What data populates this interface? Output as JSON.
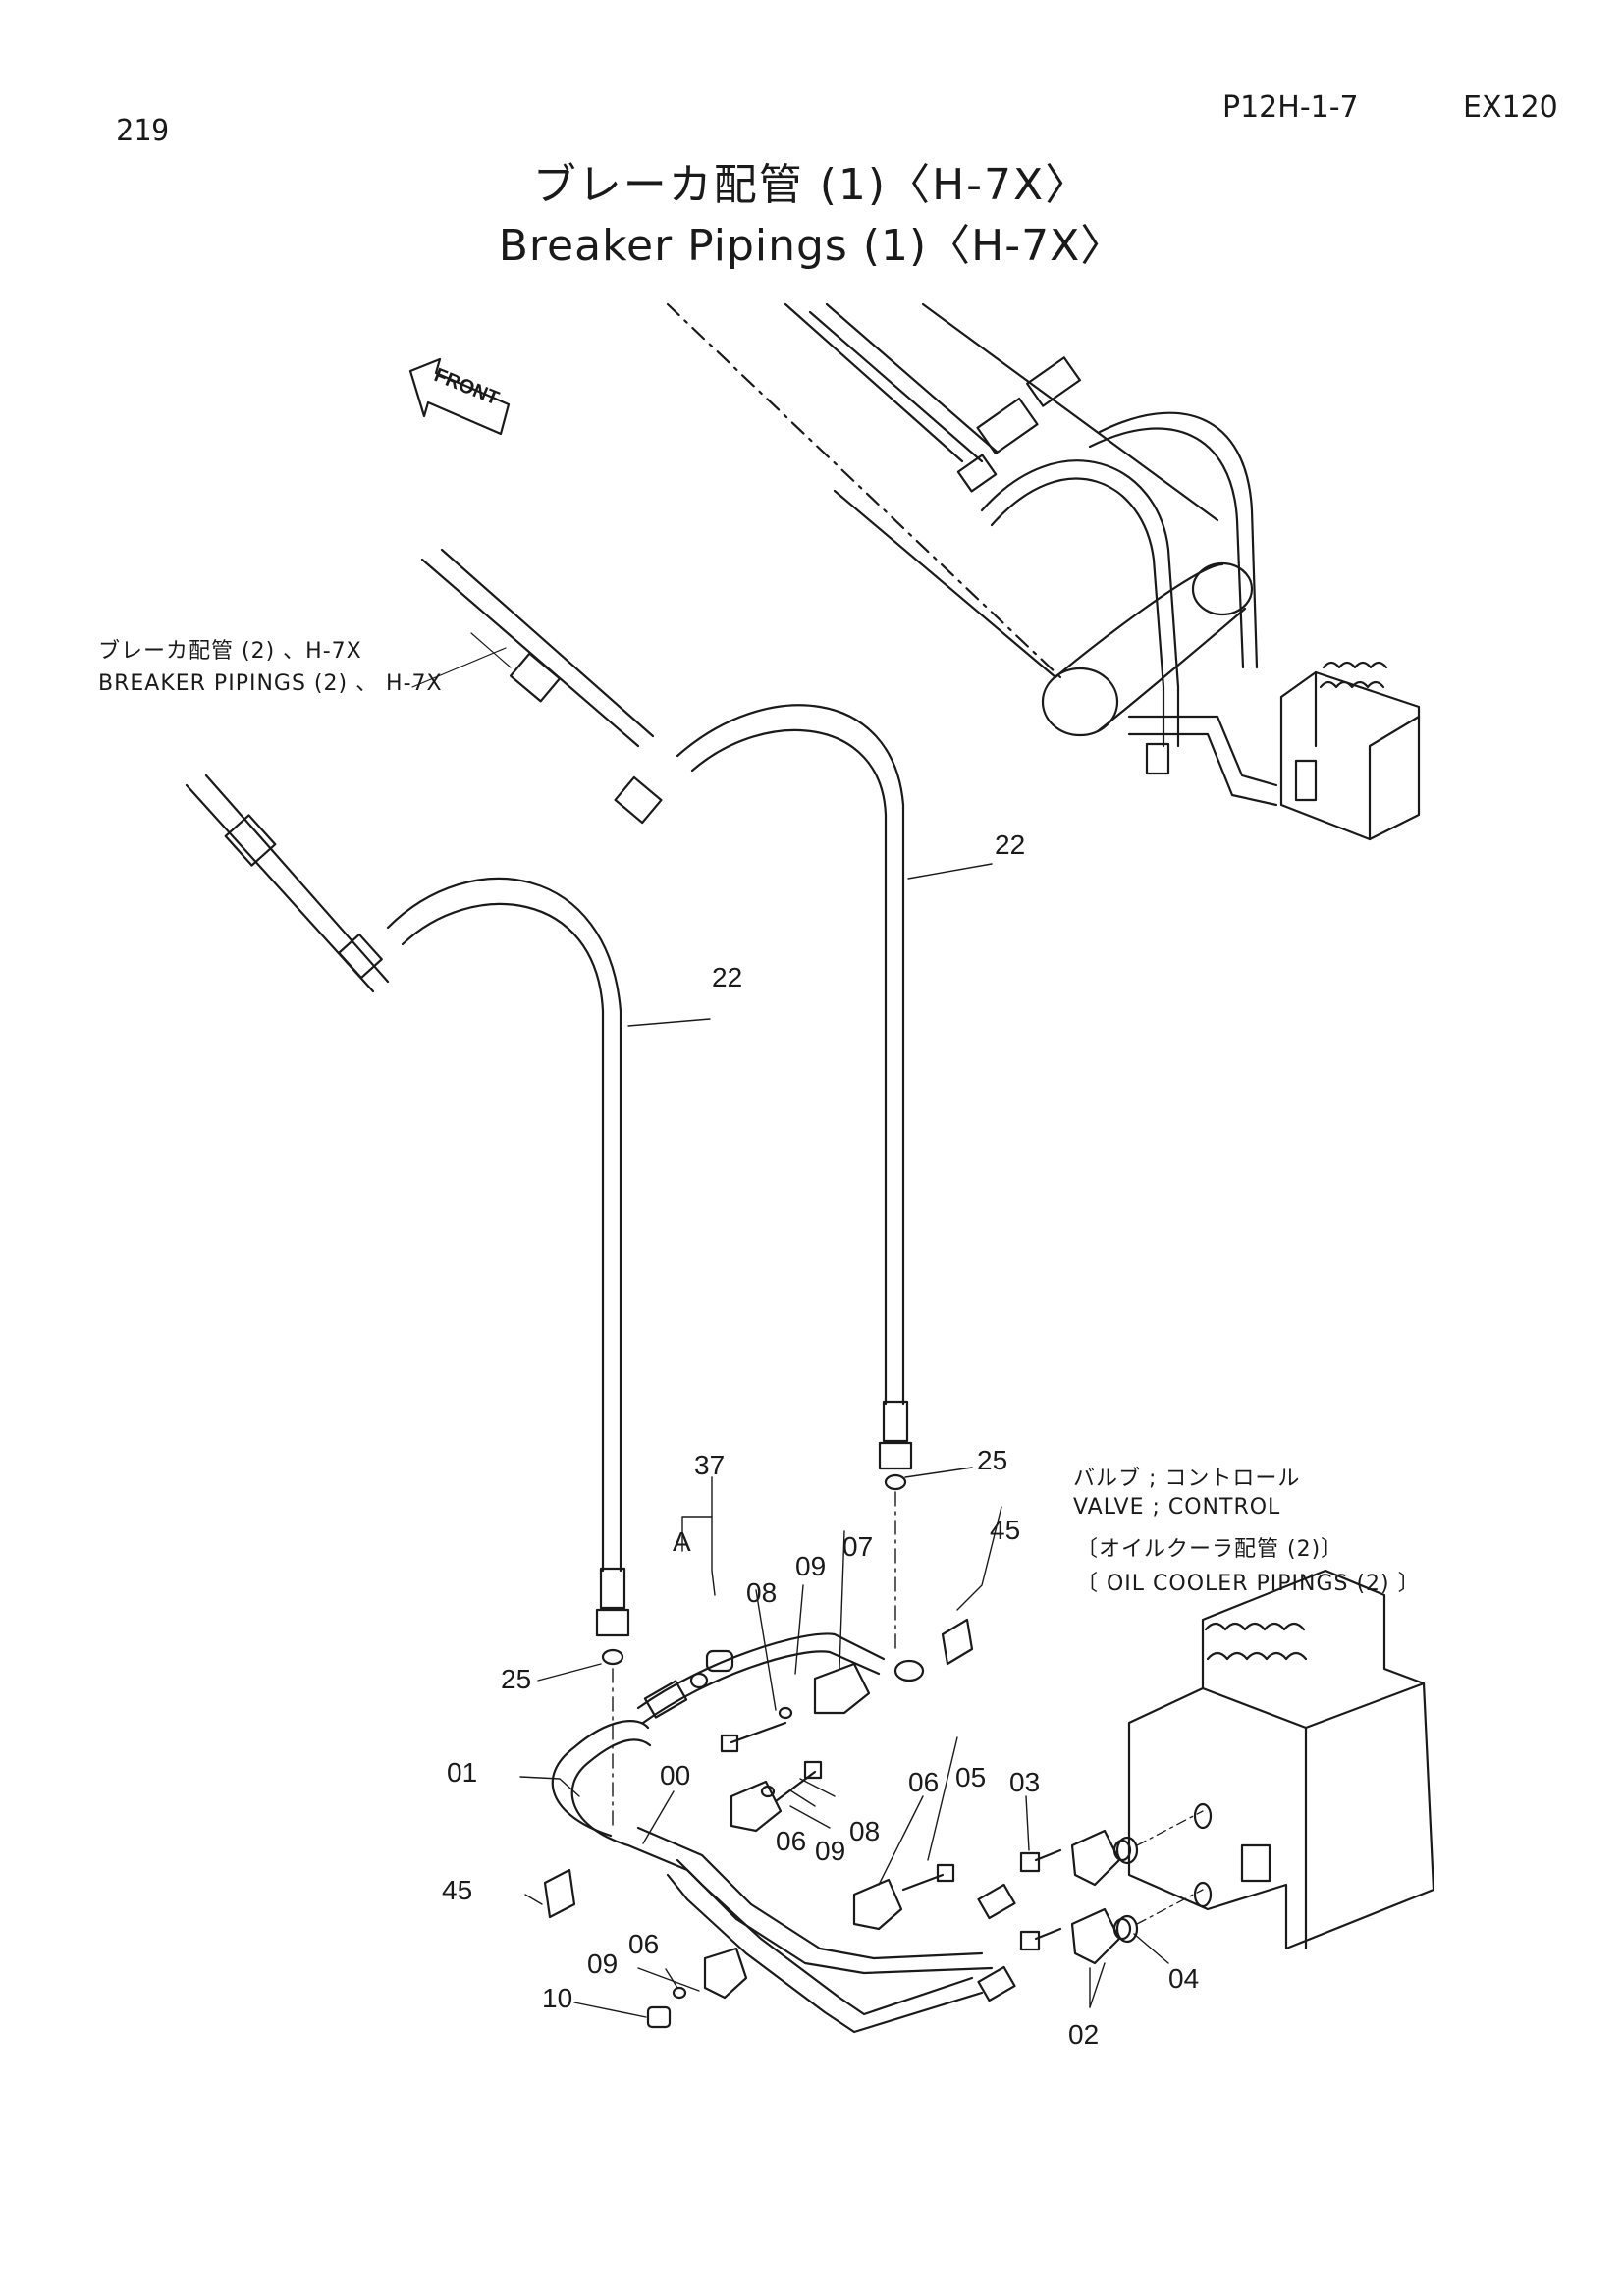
{
  "header": {
    "page_number": "219",
    "page_code": "P12H-1-7",
    "model": "EX120",
    "title_jp": "ブレーカ配管 (1)〈H-7X〉",
    "title_en": "Breaker Pipings (1)〈H-7X〉"
  },
  "references": {
    "breaker_jp": "ブレーカ配管 (2) 、H-7X",
    "breaker_en": "BREAKER  PIPINGS (2) 、 H-7X",
    "valve_jp": "バルブ ; コントロール",
    "valve_en": "VALVE ; CONTROL",
    "oilcooler_jp": "〔オイルクーラ配管 (2)〕",
    "oilcooler_en": "〔 OIL  COOLER  PIPINGS (2) 〕"
  },
  "front_arrow_label": "FRONT",
  "parts": [
    {
      "id": "p22a",
      "label": "22"
    },
    {
      "id": "p22b",
      "label": "22"
    },
    {
      "id": "p37",
      "label": "37"
    },
    {
      "id": "pA",
      "label": "A"
    },
    {
      "id": "p25a",
      "label": "25"
    },
    {
      "id": "p25b",
      "label": "25"
    },
    {
      "id": "p45a",
      "label": "45"
    },
    {
      "id": "p45b",
      "label": "45"
    },
    {
      "id": "p09a",
      "label": "09"
    },
    {
      "id": "p07",
      "label": "07"
    },
    {
      "id": "p08a",
      "label": "08"
    },
    {
      "id": "p01",
      "label": "01"
    },
    {
      "id": "p00",
      "label": "00"
    },
    {
      "id": "p08b",
      "label": "08"
    },
    {
      "id": "p09b",
      "label": "09"
    },
    {
      "id": "p06a",
      "label": "06"
    },
    {
      "id": "p06b",
      "label": "06"
    },
    {
      "id": "p05",
      "label": "05"
    },
    {
      "id": "p03",
      "label": "03"
    },
    {
      "id": "p04",
      "label": "04"
    },
    {
      "id": "p02",
      "label": "02"
    },
    {
      "id": "p09c",
      "label": "09"
    },
    {
      "id": "p06c",
      "label": "06"
    },
    {
      "id": "p10",
      "label": "10"
    }
  ]
}
